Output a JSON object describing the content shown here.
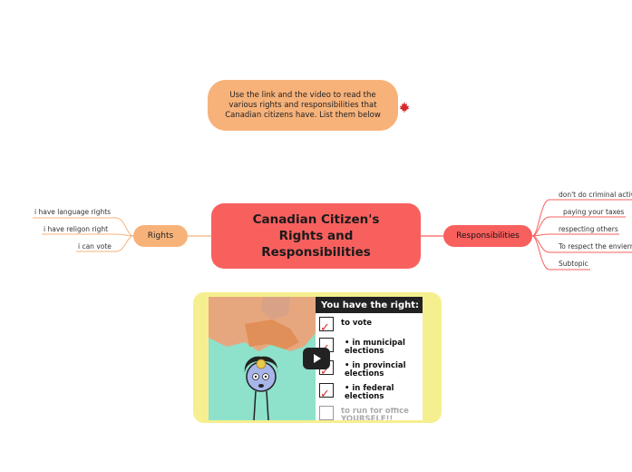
{
  "note": {
    "text": "Use the link and the video to read the various rights and responsibilities that Canadian citizens have.  List them below"
  },
  "central": {
    "title": "Canadian Citizen's Rights and Responsibilities"
  },
  "rights": {
    "label": "Rights",
    "items": [
      "i have  language rights",
      "i  have  religon right",
      "i can vote"
    ]
  },
  "responsibilities": {
    "label": "Responsibilities",
    "items": [
      "don't do  criminal  activi",
      "paying your taxes",
      "respecting others",
      "To respect the envierme",
      "Subtopic"
    ]
  },
  "video": {
    "heading": "You have the right:",
    "rows": [
      "to vote",
      "• in municipal elections",
      "• in provincial elections",
      "• in federal elections",
      "to run for office YOURSELF!!"
    ]
  },
  "colors": {
    "orange": "#f7b27a",
    "red": "#f8605e",
    "yellow": "#f6ef8f",
    "line": "#f7b27a"
  },
  "icons": {
    "leaf": "maple-leaf-icon",
    "play": "play-icon"
  }
}
